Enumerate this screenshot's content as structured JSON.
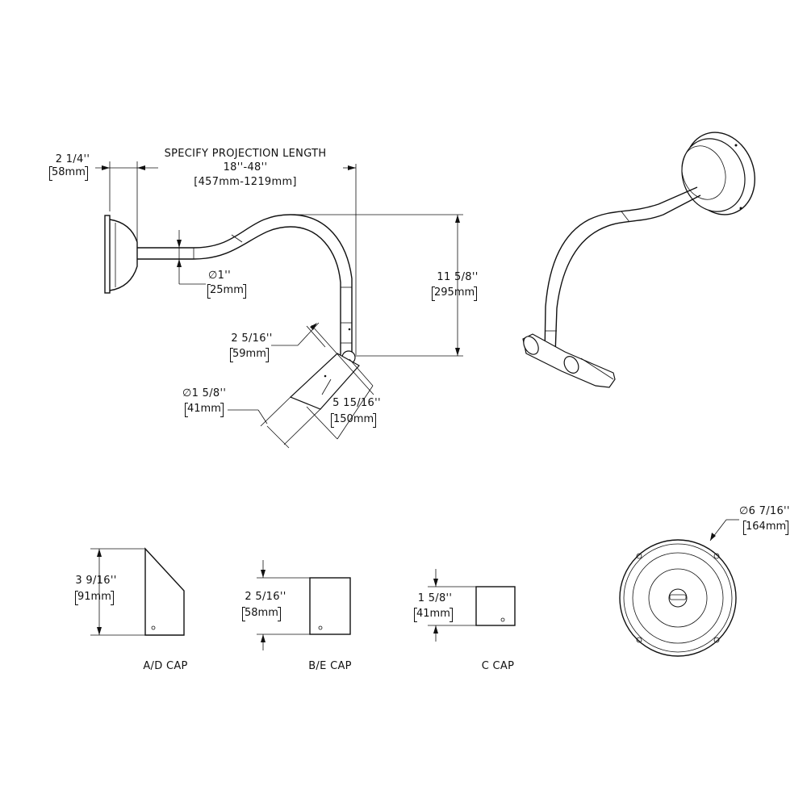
{
  "side_view": {
    "depth_in": "2 1/4''",
    "depth_mm": "58mm",
    "projection_title": "SPECIFY PROJECTION LENGTH",
    "projection_in": "18''-48''",
    "projection_mm": "[457mm-1219mm]",
    "tube_dia_in": "1''",
    "tube_dia_mm": "25mm",
    "drop_in": "11 5/8''",
    "drop_mm": "295mm",
    "head_len_in": "2 5/16''",
    "head_len_mm": "59mm",
    "head_dia_in": "1 5/8''",
    "head_dia_mm": "41mm",
    "head_total_in": "5 15/16''",
    "head_total_mm": "150mm"
  },
  "caps": [
    {
      "height_in": "3 9/16''",
      "height_mm": "91mm",
      "label": "A/D CAP"
    },
    {
      "height_in": "2 5/16''",
      "height_mm": "58mm",
      "label": "B/E CAP"
    },
    {
      "height_in": "1 5/8''",
      "height_mm": "41mm",
      "label": "C CAP"
    }
  ],
  "canopy": {
    "dia_in": "6 7/16''",
    "dia_mm": "164mm"
  },
  "symbols": {
    "diameter": "∅"
  }
}
